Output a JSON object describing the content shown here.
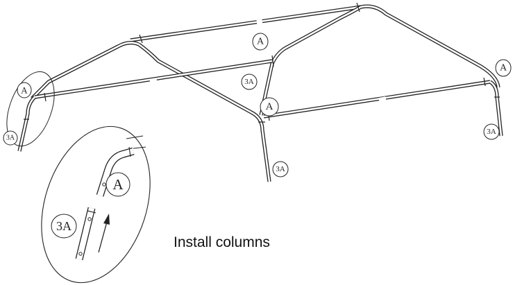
{
  "caption": "Install columns",
  "labels": {
    "part_a": "A",
    "part_3a": "3A"
  }
}
